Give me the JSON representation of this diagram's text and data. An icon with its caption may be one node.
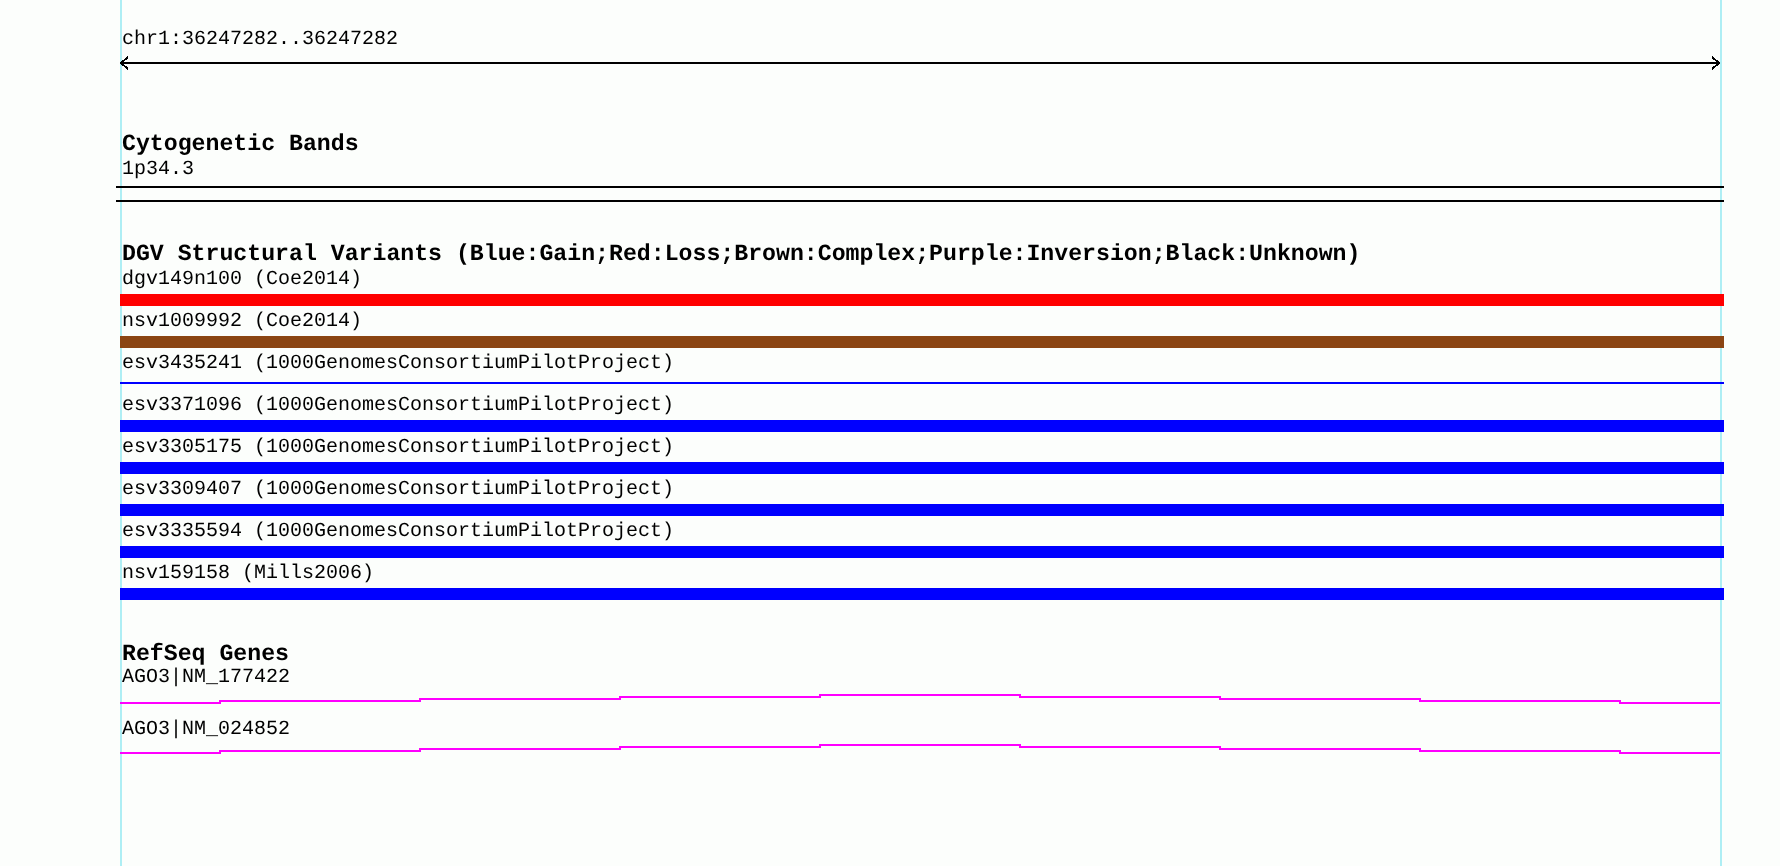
{
  "diagram": {
    "nodes": [
      {
        "text": [
          "1p34.3"
        ]
      },
      {
        "text": [
          "dgv149n100 (Coe2014)"
        ]
      },
      {
        "text": [
          "nsv1009992 (Coe2014)"
        ]
      },
      {
        "text": [
          "esv3435241 (1000GenomesConsortiumPilotProject)"
        ]
      },
      {
        "text": [
          "esv3371096 (1000GenomesConsortiumPilotProject)"
        ]
      },
      {
        "text": [
          "esv3305175 (1000GenomesConsortiumPilotProject)"
        ]
      },
      {
        "text": [
          "esv3309407 (1000GenomesConsortiumPilotProject)"
        ]
      },
      {
        "text": [
          "esv3335594 (1000GenomesConsortiumPilotProject)"
        ]
      },
      {
        "text": [
          "nsv159158 (Mills2006)"
        ]
      },
      {
        "text": [
          "AGO3|NM_177422"
        ]
      },
      {
        "text": [
          "AGO3|NM_024852"
        ]
      }
    ],
    "labels": [
      "chr1:36247282..36247282",
      "Cytogenetic Bands",
      "DGV Structural Variants (Blue:Gain;Red:Loss;Brown:Complex;Purple:Inversion;Black:Unknown)",
      "RefSeq Genes"
    ]
  }
}
